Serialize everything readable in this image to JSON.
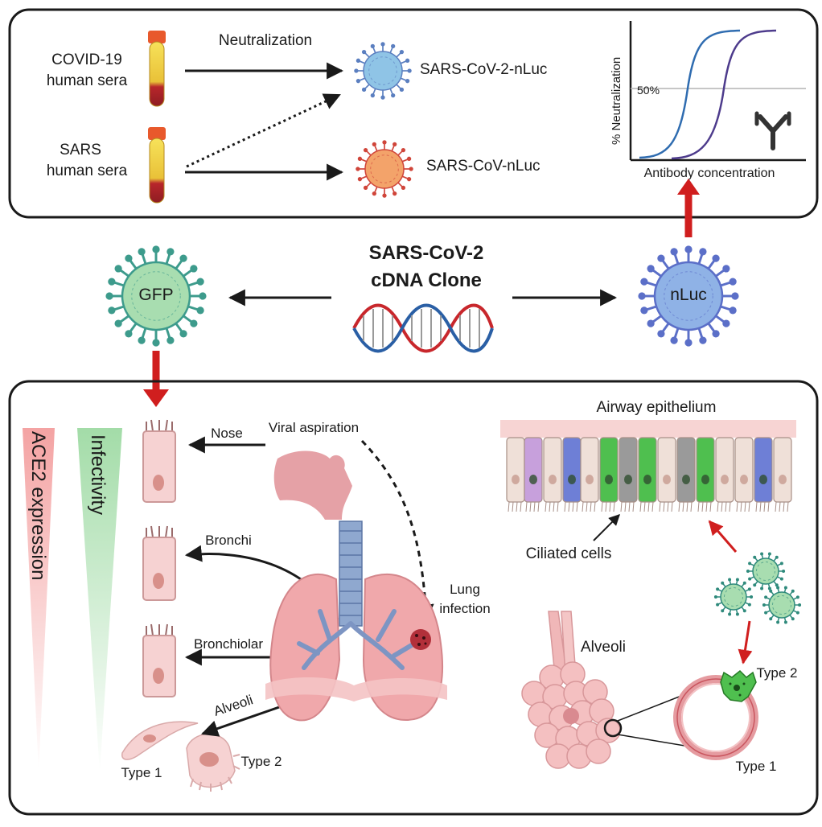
{
  "top_panel": {
    "covid_sera_label": [
      "COVID-19",
      "human sera"
    ],
    "sars_sera_label": [
      "SARS",
      "human sera"
    ],
    "neutralization_label": "Neutralization",
    "virus_cov2": "SARS-CoV-2-nLuc",
    "virus_cov": "SARS-CoV-nLuc",
    "plot": {
      "ylabel": "% Neutralization",
      "xlabel": "Antibody concentration",
      "midline_label": "50%"
    }
  },
  "middle": {
    "clone_title": [
      "SARS-CoV-2",
      "cDNA Clone"
    ],
    "gfp_label": "GFP",
    "nluc_label": "nLuc"
  },
  "bottom_panel": {
    "gradient_ace2": "ACE2 expression",
    "gradient_infectivity": "Infectivity",
    "nose": "Nose",
    "viral_aspiration": "Viral aspiration",
    "bronchi": "Bronchi",
    "bronchiolar": "Bronchiolar",
    "alveoli_arrow": "Alveoli",
    "type1_left": "Type 1",
    "type2_left": "Type 2",
    "lung_infection": [
      "Lung",
      "infection"
    ],
    "airway_epithelium": "Airway epithelium",
    "ciliated_cells": "Ciliated cells",
    "alveoli_right": "Alveoli",
    "type2_right": "Type 2",
    "type1_right": "Type 1"
  },
  "colors": {
    "arrow_red": "#d01e1e",
    "cov2_virus": "#8fc4e6",
    "cov_virus": "#f3a36a",
    "gfp_virus": "#a8ddb0",
    "nluc_virus": "#8fb2e6",
    "curve1": "#2f6cb0",
    "curve2": "#4d3b8c"
  }
}
